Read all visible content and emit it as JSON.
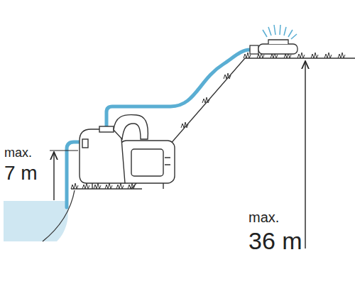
{
  "diagram": {
    "labels": [
      "max.",
      "7 m",
      "max.",
      "36 m"
    ]
  }
}
